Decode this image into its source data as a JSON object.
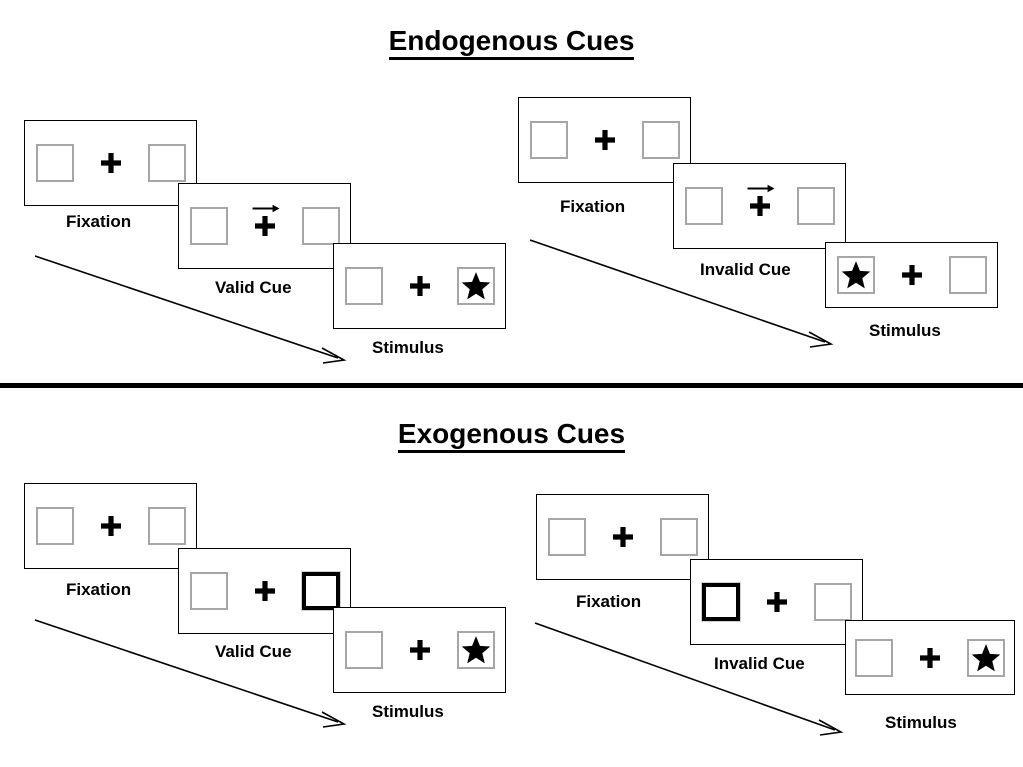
{
  "figure": {
    "background_color": "#ffffff",
    "line_color": "#000000",
    "box_border_color": "#a6a6a6",
    "cued_box_border_color": "#000000"
  },
  "sections": [
    {
      "id": "endogenous",
      "title": "Endogenous Cues",
      "conditions": [
        {
          "id": "endogenous-valid",
          "panels": [
            {
              "id": "fixation",
              "caption": "Fixation",
              "left_box": "empty",
              "right_box": "empty",
              "cue": "none",
              "center": "plus"
            },
            {
              "id": "valid-cue",
              "caption": "Valid Cue",
              "left_box": "empty",
              "right_box": "empty",
              "cue": "arrow-right",
              "center": "plus"
            },
            {
              "id": "stimulus",
              "caption": "Stimulus",
              "left_box": "empty",
              "right_box": "star",
              "cue": "none",
              "center": "plus"
            }
          ]
        },
        {
          "id": "endogenous-invalid",
          "panels": [
            {
              "id": "fixation",
              "caption": "Fixation",
              "left_box": "empty",
              "right_box": "empty",
              "cue": "none",
              "center": "plus"
            },
            {
              "id": "invalid-cue",
              "caption": "Invalid Cue",
              "left_box": "empty",
              "right_box": "empty",
              "cue": "arrow-right",
              "center": "plus"
            },
            {
              "id": "stimulus",
              "caption": "Stimulus",
              "left_box": "star",
              "right_box": "empty",
              "cue": "none",
              "center": "plus"
            }
          ]
        }
      ]
    },
    {
      "id": "exogenous",
      "title": "Exogenous Cues",
      "conditions": [
        {
          "id": "exogenous-valid",
          "panels": [
            {
              "id": "fixation",
              "caption": "Fixation",
              "left_box": "empty",
              "right_box": "empty",
              "cue": "none",
              "center": "plus"
            },
            {
              "id": "valid-cue",
              "caption": "Valid Cue",
              "left_box": "empty",
              "right_box": "highlighted",
              "cue": "none",
              "center": "plus"
            },
            {
              "id": "stimulus",
              "caption": "Stimulus",
              "left_box": "empty",
              "right_box": "star",
              "cue": "none",
              "center": "plus"
            }
          ]
        },
        {
          "id": "exogenous-invalid",
          "panels": [
            {
              "id": "fixation",
              "caption": "Fixation",
              "left_box": "empty",
              "right_box": "empty",
              "cue": "none",
              "center": "plus"
            },
            {
              "id": "invalid-cue",
              "caption": "Invalid Cue",
              "left_box": "highlighted",
              "right_box": "empty",
              "cue": "none",
              "center": "plus"
            },
            {
              "id": "stimulus",
              "caption": "Stimulus",
              "left_box": "empty",
              "right_box": "star",
              "cue": "none",
              "center": "plus"
            }
          ]
        }
      ]
    }
  ],
  "icons": {
    "fixation_cross": "plus-icon",
    "target": "star-icon",
    "cue": "arrow-right-icon",
    "time": "time-arrow-icon"
  }
}
